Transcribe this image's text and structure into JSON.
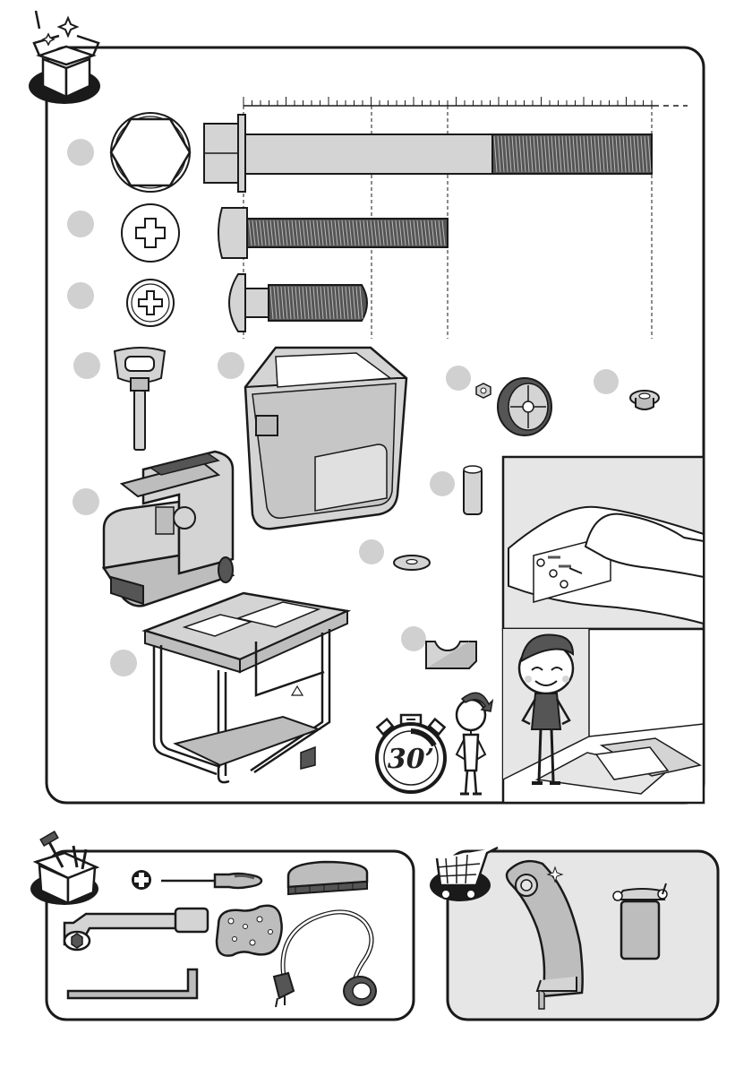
{
  "assembly_time": "30’",
  "parts": [
    {
      "id": "long-bolt"
    },
    {
      "id": "medium-screw"
    },
    {
      "id": "short-screw"
    },
    {
      "id": "handle-key"
    },
    {
      "id": "container"
    },
    {
      "id": "wheel-with-nut"
    },
    {
      "id": "bushing"
    },
    {
      "id": "motor-unit"
    },
    {
      "id": "spacer-tube"
    },
    {
      "id": "washer"
    },
    {
      "id": "stand-frame"
    },
    {
      "id": "support-block"
    }
  ],
  "tools": [
    "phillips-screwdriver",
    "brush",
    "socket-wrench",
    "sponge",
    "extension-cord",
    "hex-key"
  ],
  "optional_items": [
    "curved-blade",
    "cutter-blade"
  ],
  "colors": {
    "outline": "#1a1a1a",
    "part_fill": "#d4d4d4",
    "dark_fill": "#bdbdbd",
    "panel_bg": "#e6e6e6",
    "badge": "#d0d0d0"
  }
}
